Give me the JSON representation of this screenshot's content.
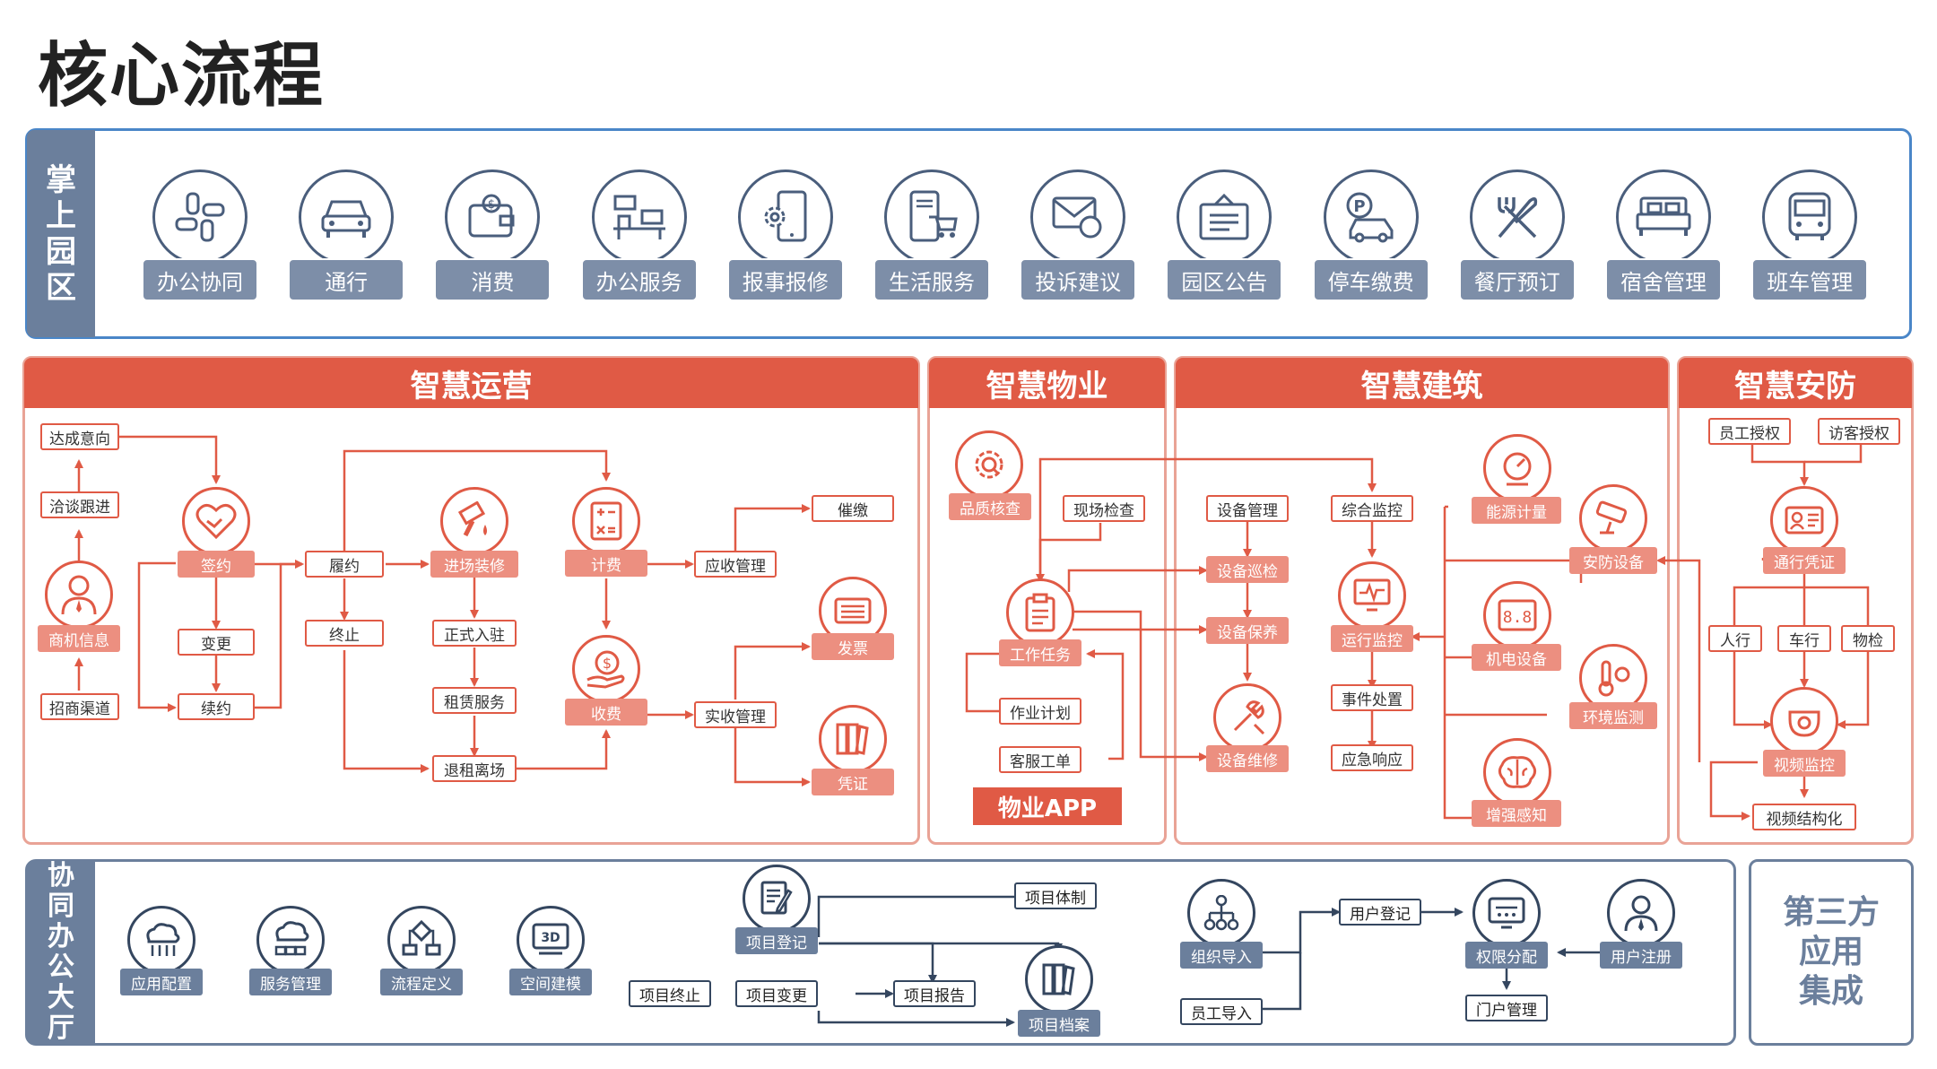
{
  "page_title": "核心流程",
  "top_band": {
    "side_label": "掌上园区",
    "apps": [
      {
        "label": "办公协同",
        "icon": "hands-icon"
      },
      {
        "label": "通行",
        "icon": "car-front-icon"
      },
      {
        "label": "消费",
        "icon": "wallet-icon"
      },
      {
        "label": "办公服务",
        "icon": "desk-icon"
      },
      {
        "label": "报事报修",
        "icon": "phone-gear-icon"
      },
      {
        "label": "生活服务",
        "icon": "phone-cart-icon"
      },
      {
        "label": "投诉建议",
        "icon": "mail-complaint-icon"
      },
      {
        "label": "园区公告",
        "icon": "notice-board-icon"
      },
      {
        "label": "停车缴费",
        "icon": "parking-icon"
      },
      {
        "label": "餐厅预订",
        "icon": "fork-knife-icon"
      },
      {
        "label": "宿舍管理",
        "icon": "bed-icon"
      },
      {
        "label": "班车管理",
        "icon": "bus-icon"
      }
    ]
  },
  "ops": {
    "header": "智慧运营",
    "n_dachengyixiang": "达成意向",
    "n_qiatan": "洽谈跟进",
    "n_shangji": "商机信息",
    "n_zhaoshang": "招商渠道",
    "n_qianyue": "签约",
    "n_biangeng": "变更",
    "n_xuyue": "续约",
    "n_lvyue": "履约",
    "n_zhongzhi": "终止",
    "n_jinchang": "进场装修",
    "n_zhengshi": "正式入驻",
    "n_zulin": "租赁服务",
    "n_tuizu": "退租离场",
    "n_jifei": "计费",
    "n_shoufei": "收费",
    "n_yingshou": "应收管理",
    "n_shishou": "实收管理",
    "n_cuijiao": "催缴",
    "n_fapiao": "发票",
    "n_pingzheng": "凭证"
  },
  "property": {
    "header": "智慧物业",
    "n_pinzhi": "品质核查",
    "n_xianchang": "现场检查",
    "n_gongzuo": "工作任务",
    "n_zuoye": "作业计划",
    "n_kefu": "客服工单",
    "app_button": "物业APP"
  },
  "building": {
    "header": "智慧建筑",
    "n_shebeiguanli": "设备管理",
    "n_zonghe": "综合监控",
    "n_xunjian": "设备巡检",
    "n_baoyang": "设备保养",
    "n_weixiu": "设备维修",
    "n_yunxing": "运行监控",
    "n_shijian": "事件处置",
    "n_yingji": "应急响应",
    "n_nengyuan": "能源计量",
    "n_jidian": "机电设备",
    "n_huanjing": "环境监测",
    "n_zengqiang": "增强感知"
  },
  "security": {
    "header": "智慧安防",
    "n_yuangong": "员工授权",
    "n_fangke": "访客授权",
    "n_tongxing": "通行凭证",
    "n_anfang": "安防设备",
    "n_renxing": "人行",
    "n_chexing": "车行",
    "n_wujian": "物检",
    "n_shipin": "视频监控",
    "n_jiegou": "视频结构化"
  },
  "bottom": {
    "side_label": "协同办公大厅",
    "tools": [
      {
        "label": "应用配置",
        "icon": "cloud-config-icon"
      },
      {
        "label": "服务管理",
        "icon": "cloud-server-icon"
      },
      {
        "label": "流程定义",
        "icon": "flowchart-icon"
      },
      {
        "label": "空间建模",
        "icon": "3d-model-icon"
      }
    ],
    "n_xiangmudengji": "项目登记",
    "n_xiangmutizhi": "项目体制",
    "n_xiangmuzhongzhi": "项目终止",
    "n_xiangmubiangeng": "项目变更",
    "n_xiangmubaogao": "项目报告",
    "n_xiangmudangan": "项目档案",
    "n_zuzhi": "组织导入",
    "n_yuangongdaoru": "员工导入",
    "n_yonghudengji": "用户登记",
    "n_quanxian": "权限分配",
    "n_menhu": "门户管理",
    "n_yonghuzhuce": "用户注册",
    "third_party": "第三方\n应用\n集成"
  },
  "colors": {
    "accent_red": "#e05a45",
    "light_red": "#ec8f80",
    "slate_blue": "#6b7f9c",
    "frame_blue": "#4a86c8",
    "dark_navy": "#34465f"
  }
}
